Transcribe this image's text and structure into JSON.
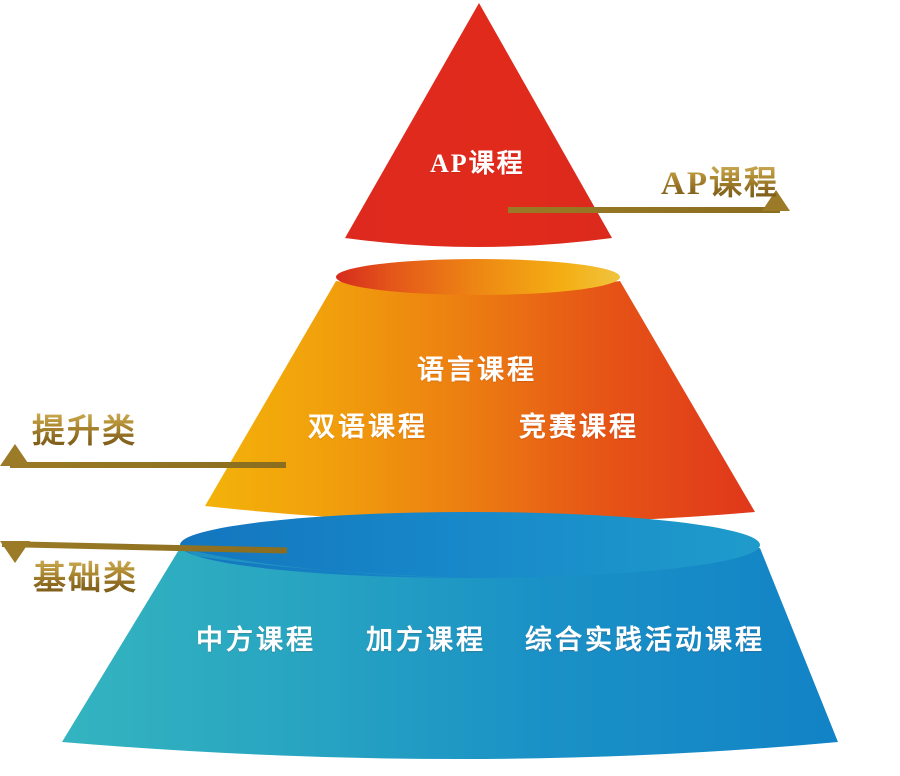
{
  "diagram": {
    "type": "three-tier-pyramid",
    "title_text": "",
    "colors": {
      "top_tier_red": "#E0281C",
      "middle_tier_yellow": "#F2A20C",
      "middle_tier_orange": "#E85D13",
      "middle_tier_red": "#E0371B",
      "middle_top_ellipse_red": "#D8301E",
      "middle_top_ellipse_yellow": "#F5B31B",
      "bottom_tier_teal": "#2EAFBE",
      "bottom_tier_blue": "#1382C6",
      "bottom_top_ellipse": "#1686C8",
      "label_gold": "#8D6F24",
      "text_white": "#FFFFFF",
      "background": "#FFFFFF"
    },
    "tiers": [
      {
        "id": "top",
        "shape": "cone",
        "side_label": "AP课程",
        "side_label_position": "right",
        "marker": "triangle-up",
        "items": [
          "AP课程"
        ]
      },
      {
        "id": "middle",
        "shape": "truncated-cone",
        "side_label": "提升类",
        "side_label_position": "left",
        "marker": "triangle-up",
        "items": [
          "语言课程",
          "双语课程",
          "竞赛课程"
        ]
      },
      {
        "id": "bottom",
        "shape": "truncated-cone",
        "side_label": "基础类",
        "side_label_position": "left",
        "marker": "triangle-down",
        "items": [
          "中方课程",
          "加方课程",
          "综合实践活动课程"
        ]
      }
    ]
  },
  "labels": {
    "ap_side": "AP课程",
    "tisheng_side": "提升类",
    "jichu_side": "基础类"
  },
  "tier_top": {
    "item_1": "AP课程"
  },
  "tier_middle": {
    "item_1": "语言课程",
    "item_2": "双语课程",
    "item_3": "竞赛课程"
  },
  "tier_bottom": {
    "item_1": "中方课程",
    "item_2": "加方课程",
    "item_3": "综合实践活动课程"
  }
}
